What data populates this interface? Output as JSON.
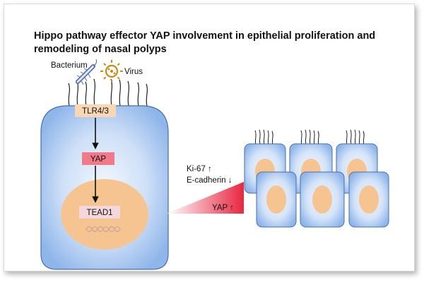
{
  "title_line1": "Hippo pathway effector YAP involvement in epithelial proliferation and",
  "title_line2": "remodeling of nasal polyps",
  "pathogens": {
    "bacterium": "Bacterium",
    "virus": "Virus"
  },
  "receptor": "TLR4/3",
  "effector": "YAP",
  "nucleus_factor": "TEAD1",
  "markers": {
    "ki67": "Ki-67 ↑",
    "ecadherin": "E-cadherin ↓"
  },
  "gradient_label": "YAP ↑",
  "colors": {
    "cell_fill": "#a9c8f0",
    "nucleus": "#f5c490",
    "tlr_box": "#f9d7b4",
    "yap_box": "#f07a8a",
    "tead_box": "#f4d7dc",
    "gradient": "#e8263f",
    "virus": "#c58a1a",
    "bacterium": "#4a64a8"
  }
}
